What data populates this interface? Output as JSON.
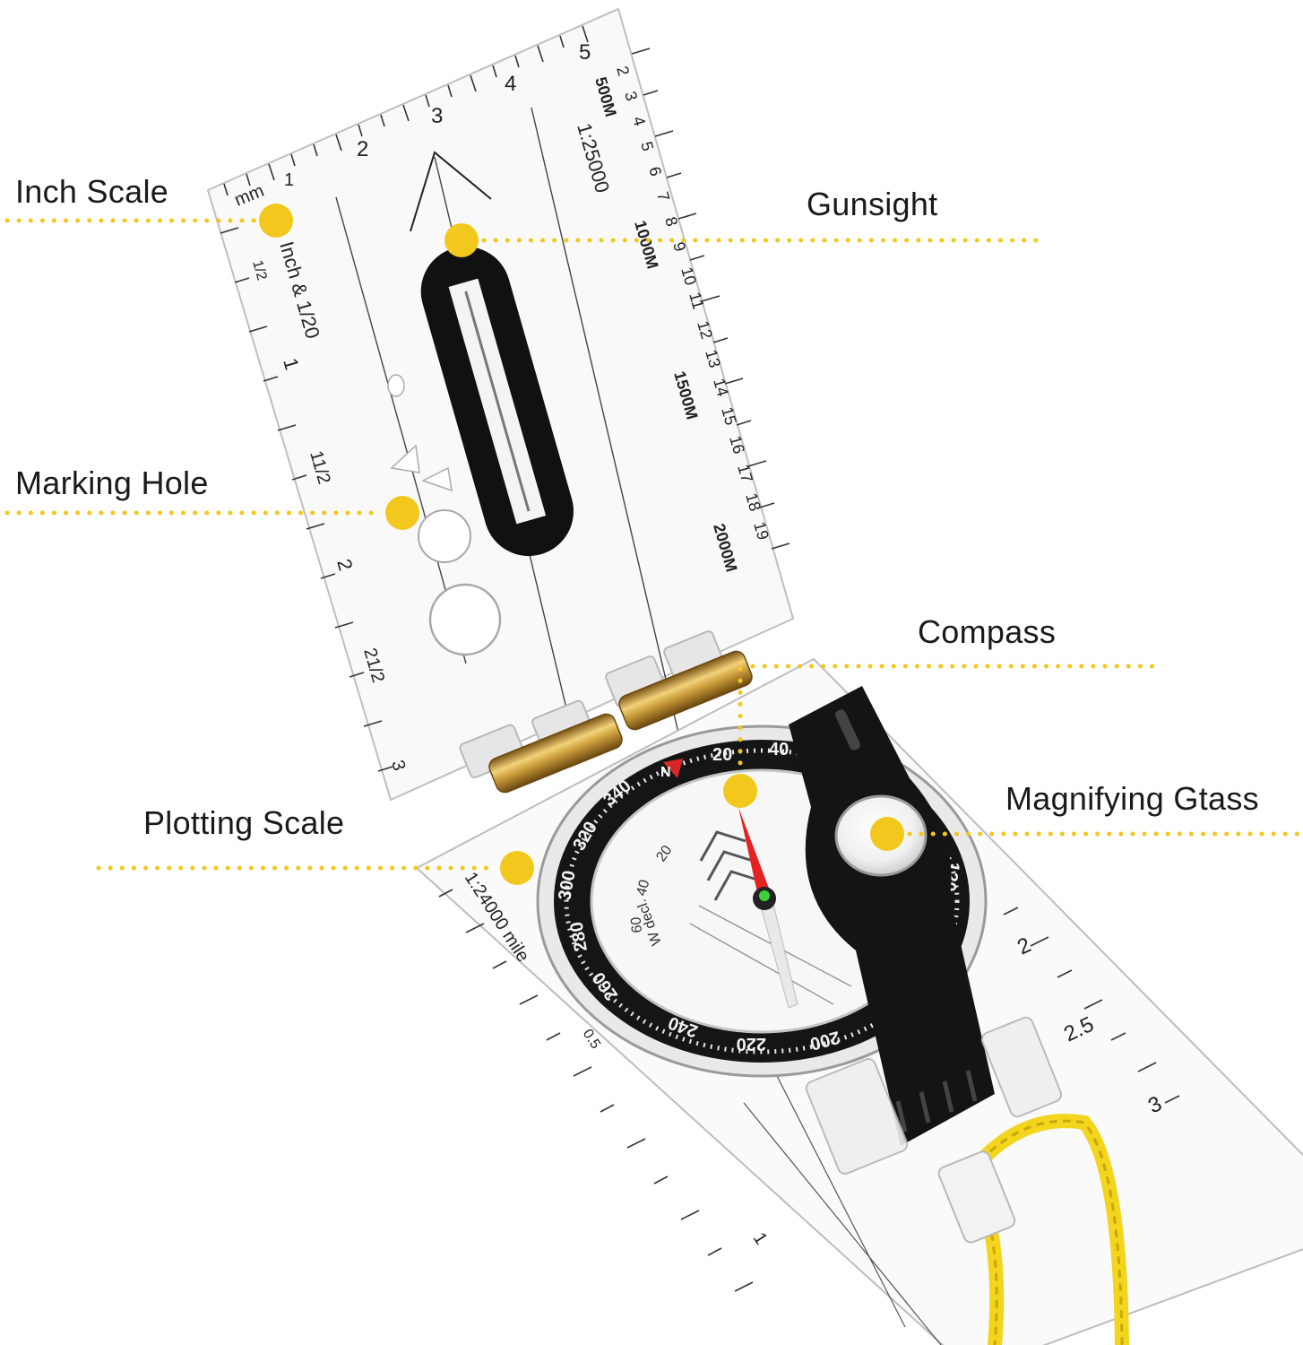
{
  "callouts": [
    {
      "label": "Inch Scale"
    },
    {
      "label": "Gunsight"
    },
    {
      "label": "Marking Hole"
    },
    {
      "label": "Compass"
    },
    {
      "label": "Magnifying Gtass"
    },
    {
      "label": "Plotting Scale"
    }
  ],
  "lid": {
    "unit_label": "mm",
    "cm_ticks": [
      "1",
      "2",
      "3",
      "4",
      "5"
    ],
    "inch_title": "Inch & 1/20",
    "inch_ticks": [
      "1/2",
      "1",
      "11/2",
      "2",
      "21/2",
      "3"
    ],
    "ratio": "1:25000",
    "distances": [
      "500M",
      "1000M",
      "1500M",
      "2000M"
    ],
    "side_numbers": [
      "2",
      "3",
      "4",
      "5",
      "6",
      "7",
      "8",
      "9",
      "10",
      "11",
      "12",
      "13",
      "14",
      "15",
      "16",
      "17",
      "18",
      "19"
    ]
  },
  "base": {
    "ratio": "1:24000 mile",
    "scale_marks": [
      "0.5",
      "1"
    ],
    "right_marks": [
      "2",
      "2.5",
      "3"
    ],
    "bezel": [
      "20",
      "40",
      "340",
      "320",
      "300",
      "280",
      "260",
      "240",
      "220",
      "200",
      "120"
    ],
    "inner": [
      "20",
      "40",
      "60"
    ],
    "north": "N",
    "decl": "W decl."
  },
  "colors": {
    "dot": "#f2c81c",
    "cord": "#f2d51c",
    "needle": "#e52222",
    "brass": "#c89a3a"
  }
}
